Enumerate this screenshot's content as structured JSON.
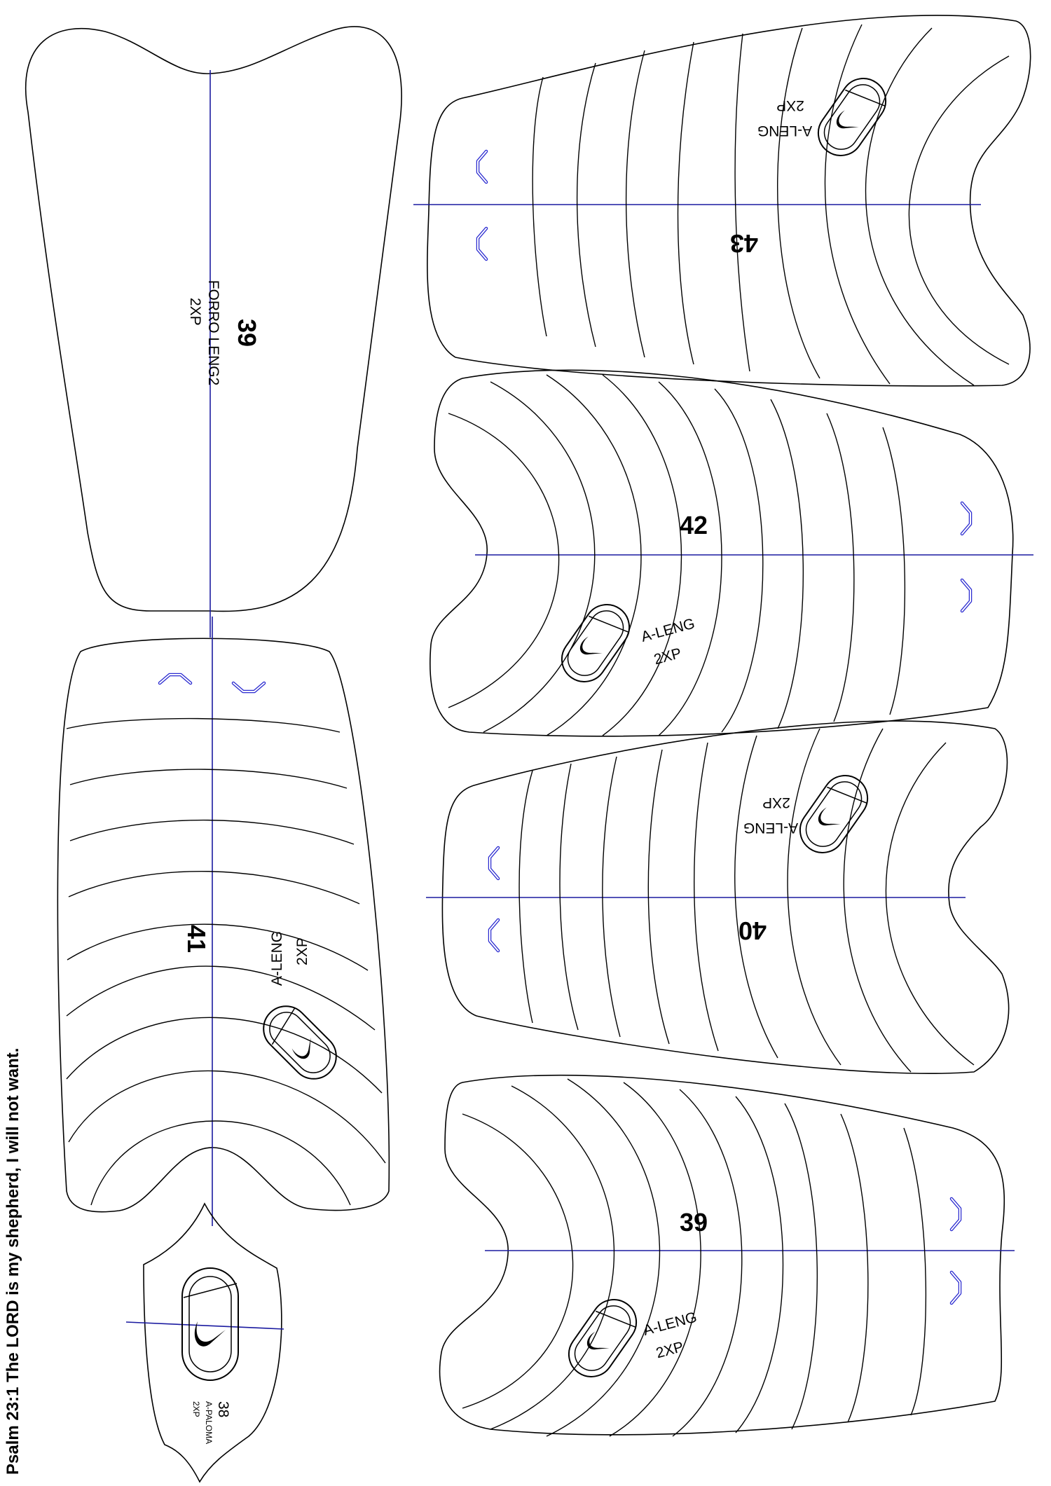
{
  "verse": "Psalm 23:1 The LORD is my shepherd, I will not want.",
  "colors": {
    "outline": "#000000",
    "axis": "#1a1aa0",
    "notch": "#2a2ad0"
  },
  "pieces": {
    "p39_lining": {
      "number": "39",
      "label": "FORRO LENG2",
      "qty": "2XP"
    },
    "p43": {
      "number": "43",
      "label": "A-LENG",
      "qty": "2XP"
    },
    "p42": {
      "number": "42",
      "label": "A-LENG",
      "qty": "2XP"
    },
    "p41": {
      "number": "41",
      "label": "A-LENG",
      "qty": "2XP"
    },
    "p40": {
      "number": "40",
      "label": "A-LENG",
      "qty": "2XP"
    },
    "p39": {
      "number": "39",
      "label": "A-LENG",
      "qty": "2XP"
    },
    "p38": {
      "number": "38",
      "label": "A-PALOMA",
      "qty": "2XP"
    }
  },
  "icons": {
    "logo": "swoosh-logo-icon",
    "notch": "alignment-notch-icon"
  }
}
